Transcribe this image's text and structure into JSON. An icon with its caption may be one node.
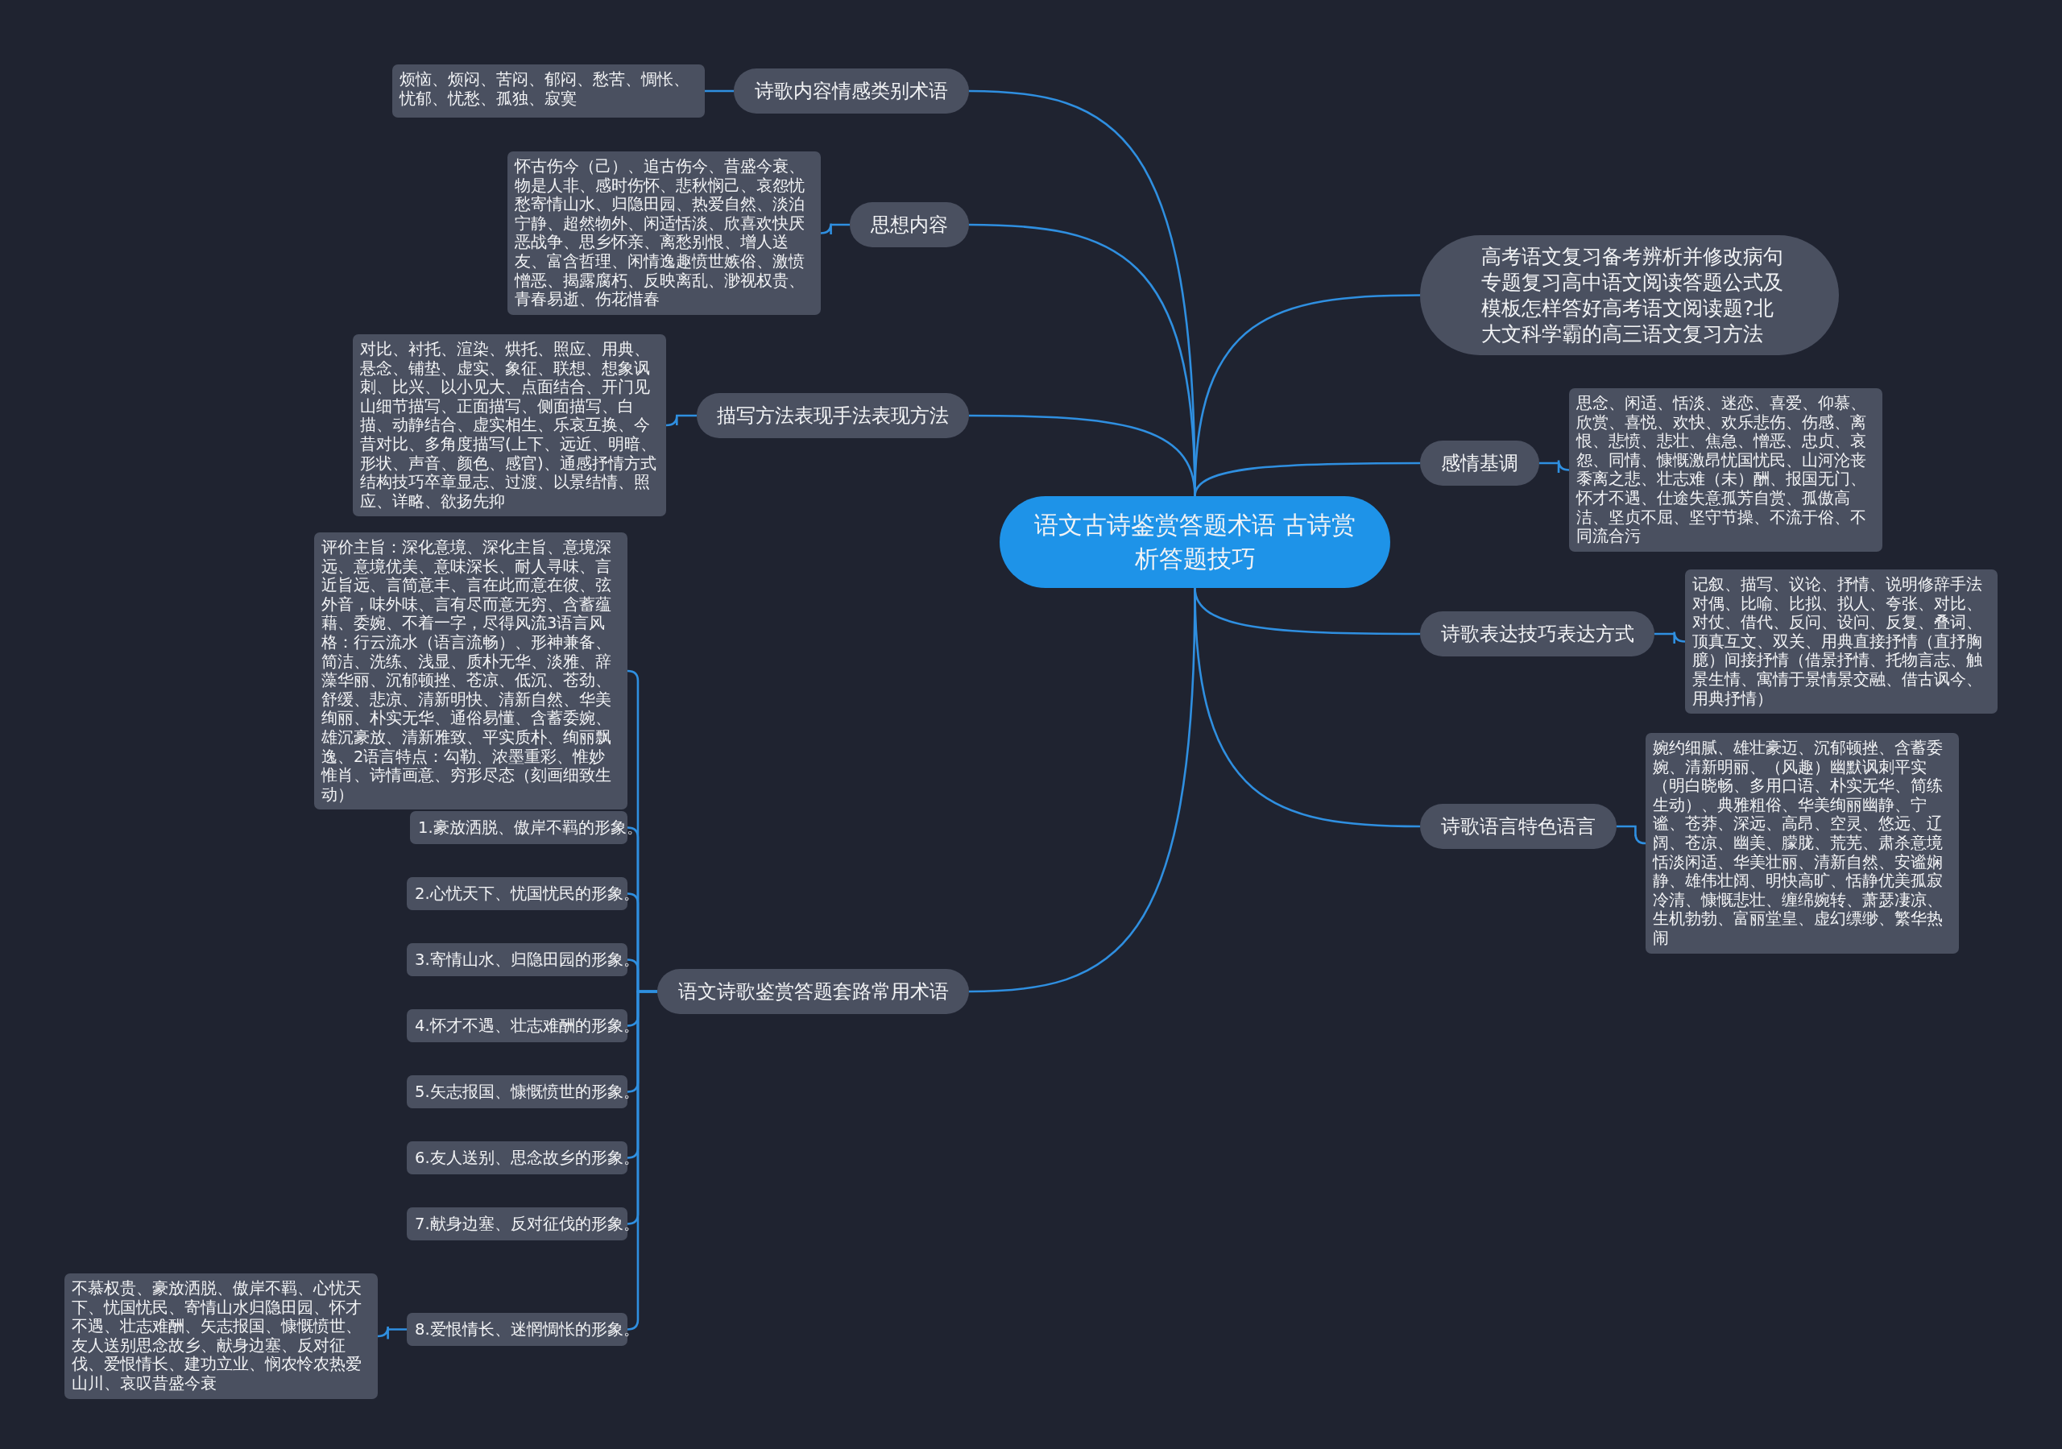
{
  "diagram": {
    "nodes": [
      {
        "text": [
          "语文古诗鉴赏答题术语 古诗赏析答题技巧"
        ]
      },
      {
        "text": [
          "诗歌内容情感类别术语"
        ]
      },
      {
        "text": [
          "烦恼、烦闷、苦闷、郁闷、愁苦、惆怅、忧郁、忧愁、孤独、寂寞"
        ]
      },
      {
        "text": [
          "思想内容"
        ]
      },
      {
        "text": [
          "怀古伤今（己）、追古伤今、昔盛今衰、物是人非、感时伤怀、悲秋悯己、哀怨忧愁寄情山水、归隐田园、热爱自然、淡泊宁静、超然物外、闲适恬淡、欣喜欢快厌恶战争、思乡怀亲、离愁别恨、增人送友、富含哲理、闲情逸趣愤世嫉俗、激愤憎恶、揭露腐朽、反映离乱、渺视权贵、青春易逝、伤花惜春"
        ]
      },
      {
        "text": [
          "描写方法表现手法表现方法"
        ]
      },
      {
        "text": [
          "对比、衬托、渲染、烘托、照应、用典、悬念、铺垫、虚实、象征、联想、想象讽刺、比兴、以小见大、点面结合、开门见山细节描写、正面描写、侧面描写、白描、动静结合、虚实相生、乐哀互换、今昔对比、多角度描写(上下、远近、明暗、形状、声音、颜色、感官)、通感抒情方式结构技巧卒章显志、过渡、以景结情、照应、详略、欲扬先抑"
        ]
      },
      {
        "text": [
          "语文诗歌鉴赏答题套路常用术语"
        ]
      },
      {
        "text": [
          "评价主旨：深化意境、深化主旨、意境深远、意境优美、意味深长、耐人寻味、言近旨远、言简意丰、言在此而意在彼、弦外音，味外味、言有尽而意无穷、含蓄蕴藉、委婉、不着一字，尽得风流3语言风格：行云流水（语言流畅）、形神兼备、简洁、洗练、浅显、质朴无华、淡雅、辞藻华丽、沉郁顿挫、苍凉、低沉、苍劲、舒缓、悲凉、清新明快、清新自然、华美绚丽、朴实无华、通俗易懂、含蓄委婉、雄沉豪放、清新雅致、平实质朴、绚丽飘逸、2语言特点：勾勒、浓墨重彩、惟妙惟肖、诗情画意、穷形尽态（刻画细致生动）"
        ]
      },
      {
        "text": [
          "1.豪放洒脱、傲岸不羁的形象。"
        ]
      },
      {
        "text": [
          "2.心忧天下、忧国忧民的形象。"
        ]
      },
      {
        "text": [
          "3.寄情山水、归隐田园的形象。"
        ]
      },
      {
        "text": [
          "4.怀才不遇、壮志难酬的形象。"
        ]
      },
      {
        "text": [
          "5.矢志报国、慷慨愤世的形象。"
        ]
      },
      {
        "text": [
          "6.友人送别、思念故乡的形象。"
        ]
      },
      {
        "text": [
          "7.献身边塞、反对征伐的形象。"
        ]
      },
      {
        "text": [
          "8.爱恨情长、迷惘惆怅的形象。"
        ]
      },
      {
        "text": [
          "不慕权贵、豪放洒脱、傲岸不羁、心忧天下、忧国忧民、寄情山水归隐田园、怀才不遇、壮志难酬、矢志报国、慷慨愤世、友人送别思念故乡、献身边塞、反对征伐、爱恨情长、建功立业、悯农怜农热爱山川、哀叹昔盛今衰"
        ]
      },
      {
        "text": [
          "高考语文复习备考辨析并修改病句专题复习高中语文阅读答题公式及模板怎样答好高考语文阅读题?北大文科学霸的高三语文复习方法"
        ]
      },
      {
        "text": [
          "感情基调"
        ]
      },
      {
        "text": [
          "思念、闲适、恬淡、迷恋、喜爱、仰慕、欣赏、喜悦、欢快、欢乐悲伤、伤感、离恨、悲愤、悲壮、焦急、憎恶、忠贞、哀怨、同情、慷慨激昂忧国忧民、山河沦丧黍离之悲、壮志难（未）酬、报国无门、怀才不遇、仕途失意孤芳自赏、孤傲高洁、坚贞不屈、坚守节操、不流于俗、不同流合污"
        ]
      },
      {
        "text": [
          "诗歌表达技巧表达方式"
        ]
      },
      {
        "text": [
          "记叙、描写、议论、抒情、说明修辞手法对偶、比喻、比拟、拟人、夸张、对比、对仗、借代、反问、设问、反复、叠词、顶真互文、双关、用典直接抒情（直抒胸臆）间接抒情（借景抒情、托物言志、触景生情、寓情于景情景交融、借古讽今、用典抒情）"
        ]
      },
      {
        "text": [
          "诗歌语言特色语言"
        ]
      },
      {
        "text": [
          "婉约细腻、雄壮豪迈、沉郁顿挫、含蓄委婉、清新明丽、（风趣）幽默讽刺平实（明白晓畅、多用口语、朴实无华、简练生动）、典雅粗俗、华美绚丽幽静、宁谧、苍莽、深远、高昂、空灵、悠远、辽阔、苍凉、幽美、朦胧、荒芜、肃杀意境恬淡闲适、华美壮丽、清新自然、安谧娴静、雄伟壮阔、明快高旷、恬静优美孤寂冷清、慷慨悲壮、缠绵婉转、萧瑟凄凉、生机勃勃、富丽堂皇、虚幻缥缈、繁华热闹"
        ]
      }
    ],
    "edges": [
      {
        "from": 0,
        "to": 1,
        "arrow": "none"
      },
      {
        "from": 1,
        "to": 2,
        "arrow": "none"
      },
      {
        "from": 0,
        "to": 3,
        "arrow": "none"
      },
      {
        "from": 3,
        "to": 4,
        "arrow": "none"
      },
      {
        "from": 0,
        "to": 5,
        "arrow": "none"
      },
      {
        "from": 5,
        "to": 6,
        "arrow": "none"
      },
      {
        "from": 0,
        "to": 7,
        "arrow": "none"
      },
      {
        "from": 7,
        "to": 8,
        "arrow": "none"
      },
      {
        "from": 7,
        "to": 9,
        "arrow": "none"
      },
      {
        "from": 7,
        "to": 10,
        "arrow": "none"
      },
      {
        "from": 7,
        "to": 11,
        "arrow": "none"
      },
      {
        "from": 7,
        "to": 12,
        "arrow": "none"
      },
      {
        "from": 7,
        "to": 13,
        "arrow": "none"
      },
      {
        "from": 7,
        "to": 14,
        "arrow": "none"
      },
      {
        "from": 7,
        "to": 15,
        "arrow": "none"
      },
      {
        "from": 7,
        "to": 16,
        "arrow": "none"
      },
      {
        "from": 16,
        "to": 17,
        "arrow": "none"
      },
      {
        "from": 0,
        "to": 18,
        "arrow": "none"
      },
      {
        "from": 0,
        "to": 19,
        "arrow": "none"
      },
      {
        "from": 19,
        "to": 20,
        "arrow": "none"
      },
      {
        "from": 0,
        "to": 21,
        "arrow": "none"
      },
      {
        "from": 21,
        "to": 22,
        "arrow": "none"
      },
      {
        "from": 0,
        "to": 23,
        "arrow": "none"
      },
      {
        "from": 23,
        "to": 24,
        "arrow": "none"
      }
    ]
  }
}
